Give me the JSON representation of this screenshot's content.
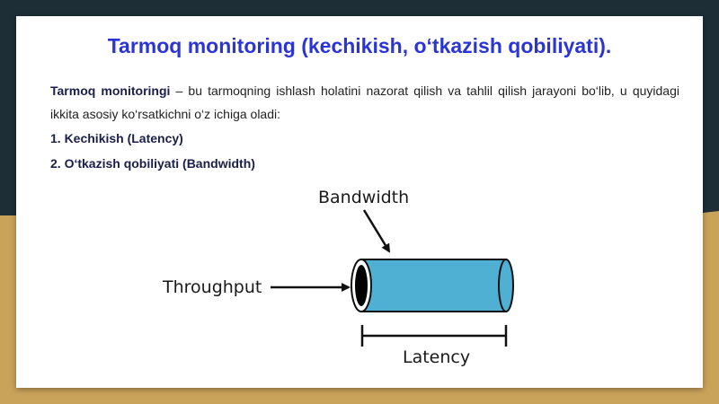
{
  "slide": {
    "title": "Tarmoq monitoring (kechikish, o‘tkazish qobiliyati).",
    "intro_bold": "Tarmoq monitoringi",
    "intro_text": " – bu tarmoqning ishlash holatini nazorat qilish va tahlil qilish jarayoni bo‘lib, u quyidagi ikkita asosiy ko‘rsatkichni o‘z ichiga oladi:",
    "items": [
      "1. Kechikish (Latency)",
      "2. O‘tkazish qobiliyati (Bandwidth)"
    ]
  },
  "diagram": {
    "bandwidth_label": "Bandwidth",
    "throughput_label": "Throughput",
    "latency_label": "Latency",
    "pipe_color": "#4fb0d3",
    "inner_color": "#000000"
  },
  "colors": {
    "title": "#2b35d6",
    "background_dark": "#1e2e37",
    "background_gold": "#c9a35a"
  }
}
